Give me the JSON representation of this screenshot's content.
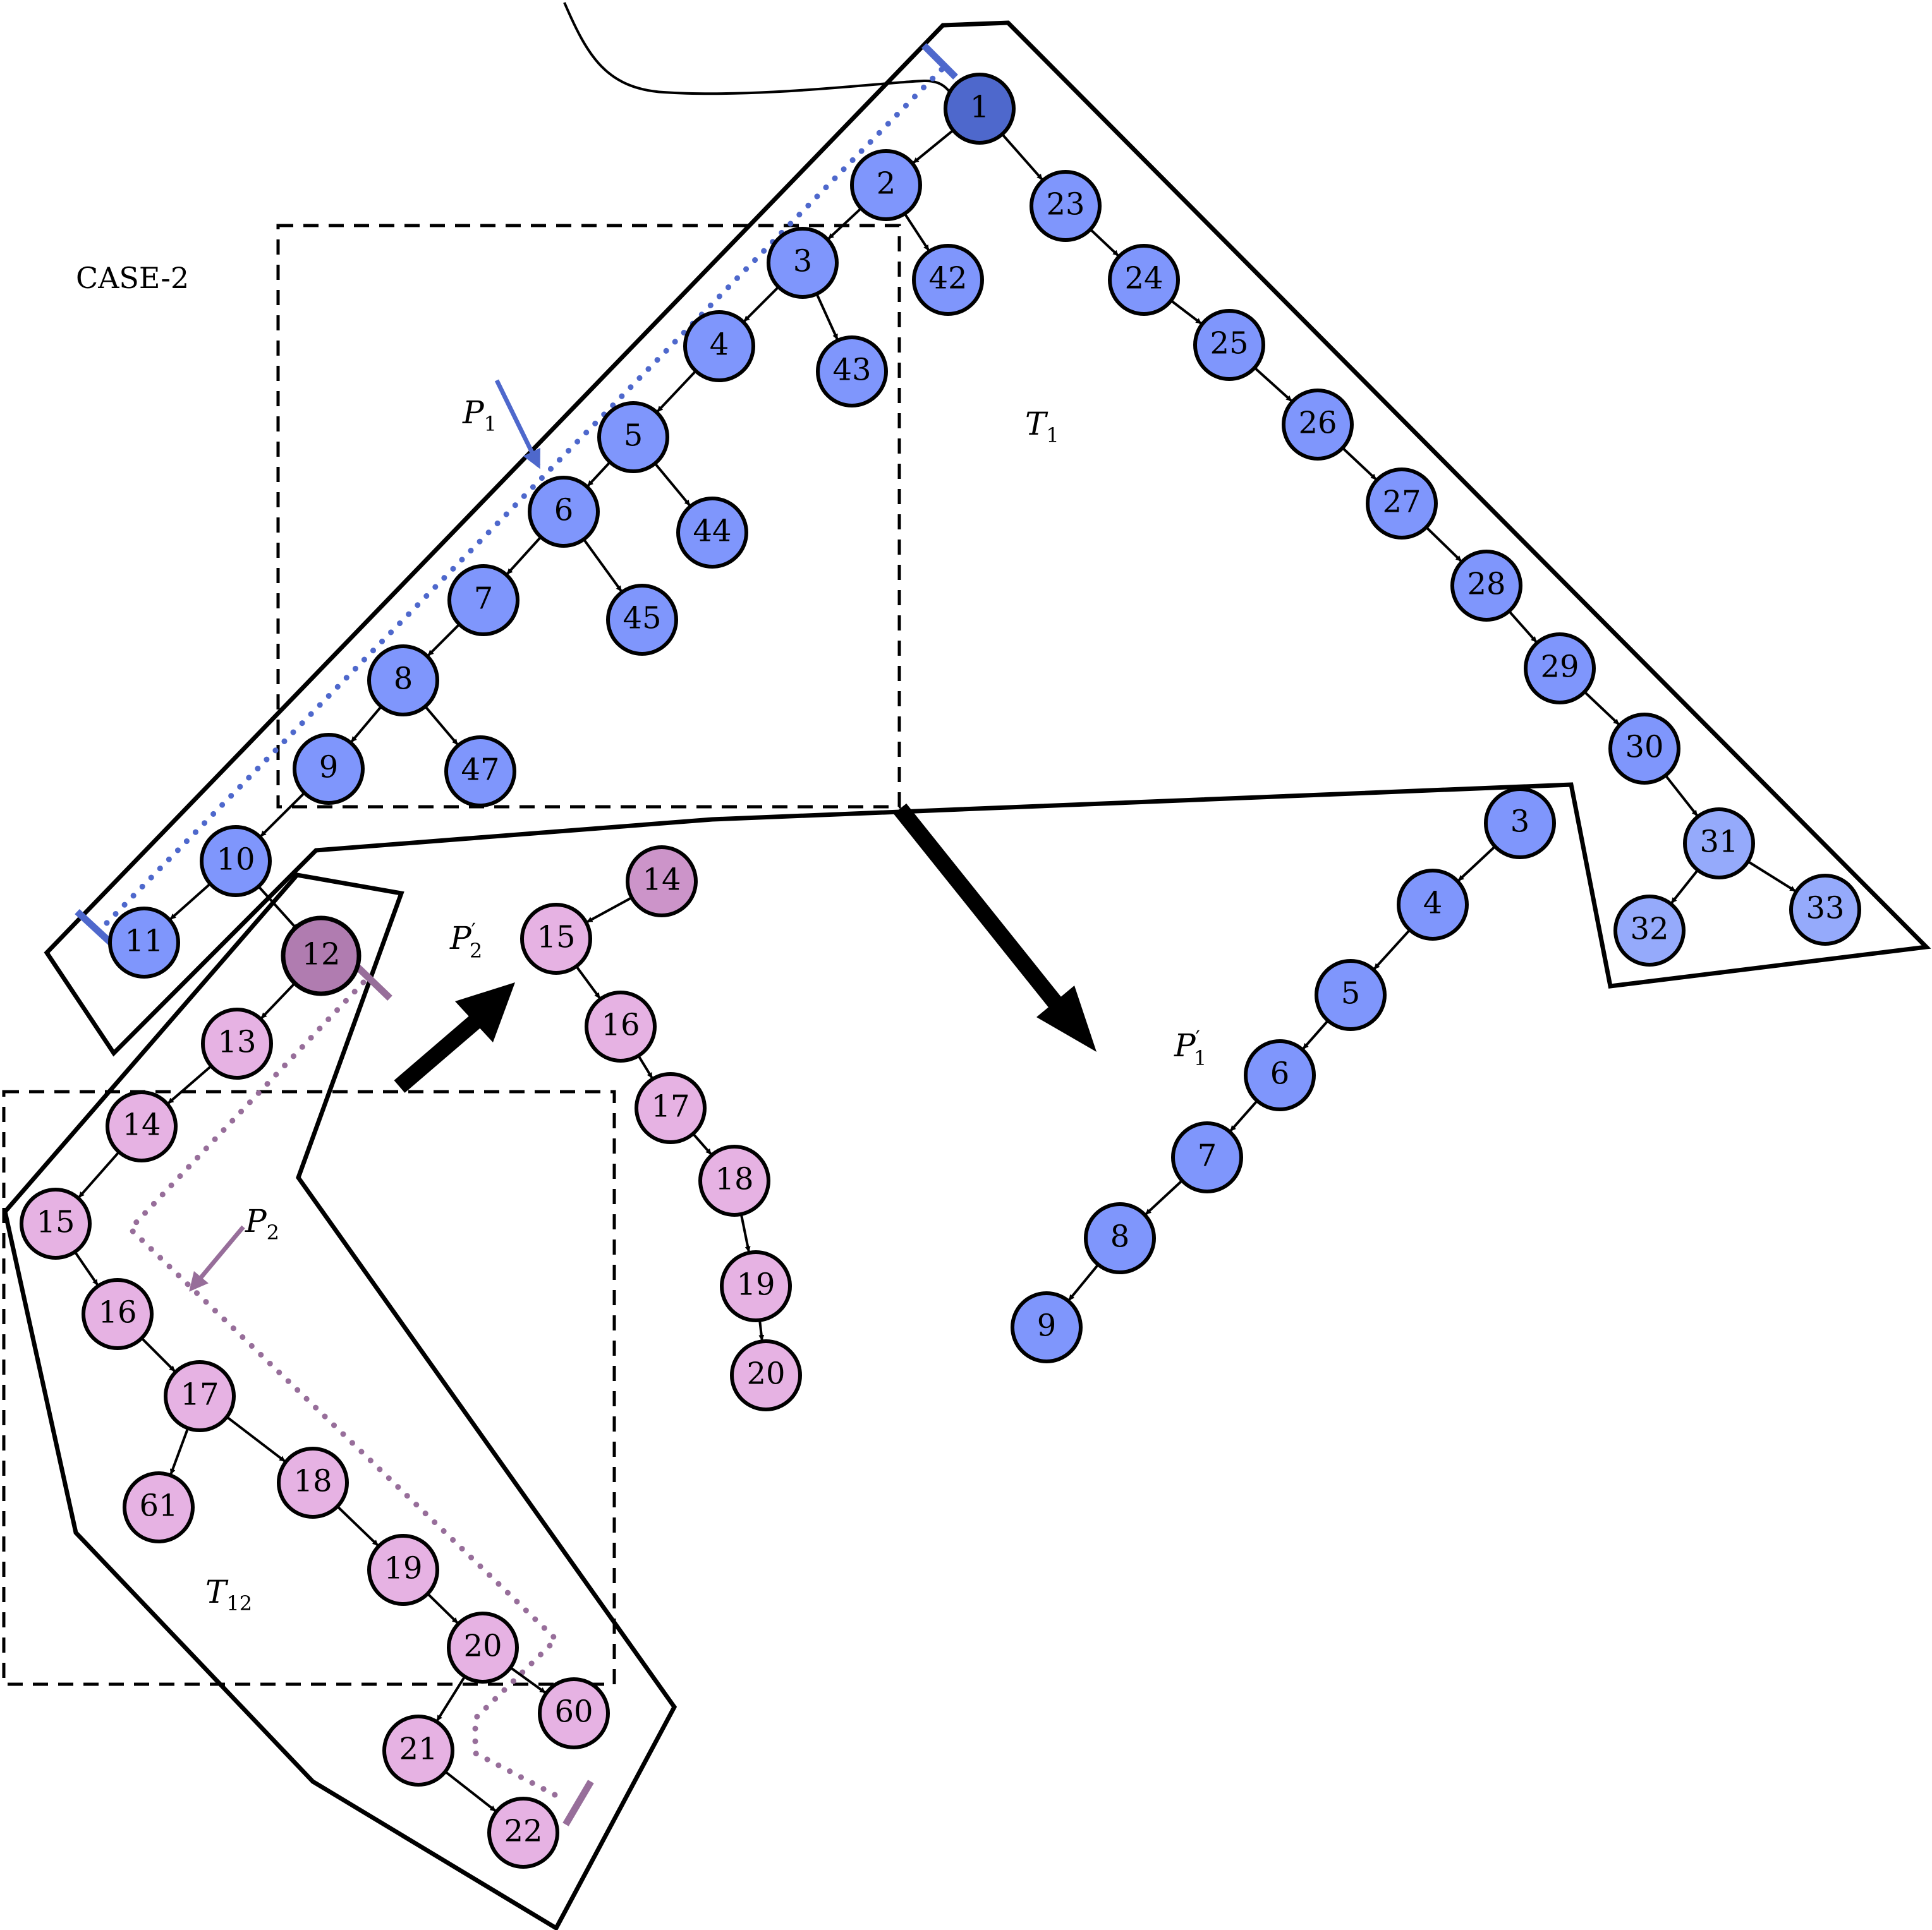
{
  "case_label": "CASE-2",
  "colors": {
    "blue_node": "#7f96fc",
    "blue_root": "#4e68cc",
    "blue_leaf": "#95aafb",
    "pink_node": "#e6b2e3",
    "pink_root": "#b07cb0",
    "pink_mid": "#cc94c9",
    "blue_path": "#4e68cc",
    "pink_path": "#976e9a",
    "stroke": "#000000"
  },
  "labels": {
    "T1": {
      "base": "T",
      "sub": "1",
      "prime": ""
    },
    "T12": {
      "base": "T",
      "sub": "12",
      "prime": ""
    },
    "P1": {
      "base": "P",
      "sub": "1",
      "prime": ""
    },
    "P2": {
      "base": "P",
      "sub": "2",
      "prime": ""
    },
    "P1p": {
      "base": "P",
      "sub": "1",
      "prime": "′"
    },
    "P2p": {
      "base": "P",
      "sub": "2",
      "prime": "′"
    }
  },
  "tree_T1": {
    "nodes": [
      "1",
      "2",
      "3",
      "4",
      "5",
      "6",
      "7",
      "8",
      "9",
      "10",
      "11",
      "42",
      "43",
      "44",
      "45",
      "47",
      "23",
      "24",
      "25",
      "26",
      "27",
      "28",
      "29",
      "30",
      "31",
      "32",
      "33"
    ],
    "edges": [
      [
        "1",
        "2"
      ],
      [
        "2",
        "3"
      ],
      [
        "3",
        "4"
      ],
      [
        "4",
        "5"
      ],
      [
        "5",
        "6"
      ],
      [
        "6",
        "7"
      ],
      [
        "7",
        "8"
      ],
      [
        "8",
        "9"
      ],
      [
        "9",
        "10"
      ],
      [
        "10",
        "11"
      ],
      [
        "10",
        "12"
      ],
      [
        "2",
        "42"
      ],
      [
        "3",
        "43"
      ],
      [
        "5",
        "44"
      ],
      [
        "6",
        "45"
      ],
      [
        "8",
        "47"
      ],
      [
        "1",
        "23"
      ],
      [
        "23",
        "24"
      ],
      [
        "24",
        "25"
      ],
      [
        "25",
        "26"
      ],
      [
        "26",
        "27"
      ],
      [
        "27",
        "28"
      ],
      [
        "28",
        "29"
      ],
      [
        "29",
        "30"
      ],
      [
        "30",
        "31"
      ],
      [
        "31",
        "32"
      ],
      [
        "31",
        "33"
      ]
    ]
  },
  "tree_T12": {
    "nodes": [
      "12",
      "13",
      "14",
      "15",
      "16",
      "17",
      "61",
      "18",
      "19",
      "20",
      "60",
      "21",
      "22"
    ],
    "edges": [
      [
        "12",
        "13"
      ],
      [
        "13",
        "14"
      ],
      [
        "14",
        "15"
      ],
      [
        "15",
        "16"
      ],
      [
        "16",
        "17"
      ],
      [
        "17",
        "61"
      ],
      [
        "17",
        "18"
      ],
      [
        "18",
        "19"
      ],
      [
        "19",
        "20"
      ],
      [
        "20",
        "60"
      ],
      [
        "20",
        "21"
      ],
      [
        "21",
        "22"
      ]
    ]
  },
  "path_P1_prime": {
    "nodes": [
      "3",
      "4",
      "5",
      "6",
      "7",
      "8",
      "9"
    ],
    "edges": [
      [
        "3",
        "4"
      ],
      [
        "4",
        "5"
      ],
      [
        "5",
        "6"
      ],
      [
        "6",
        "7"
      ],
      [
        "7",
        "8"
      ],
      [
        "8",
        "9"
      ]
    ]
  },
  "path_P2_prime": {
    "nodes": [
      "14",
      "15",
      "16",
      "17",
      "18",
      "19",
      "20"
    ],
    "edges": [
      [
        "14",
        "15"
      ],
      [
        "15",
        "16"
      ],
      [
        "16",
        "17"
      ],
      [
        "17",
        "18"
      ],
      [
        "18",
        "19"
      ],
      [
        "19",
        "20"
      ]
    ]
  }
}
